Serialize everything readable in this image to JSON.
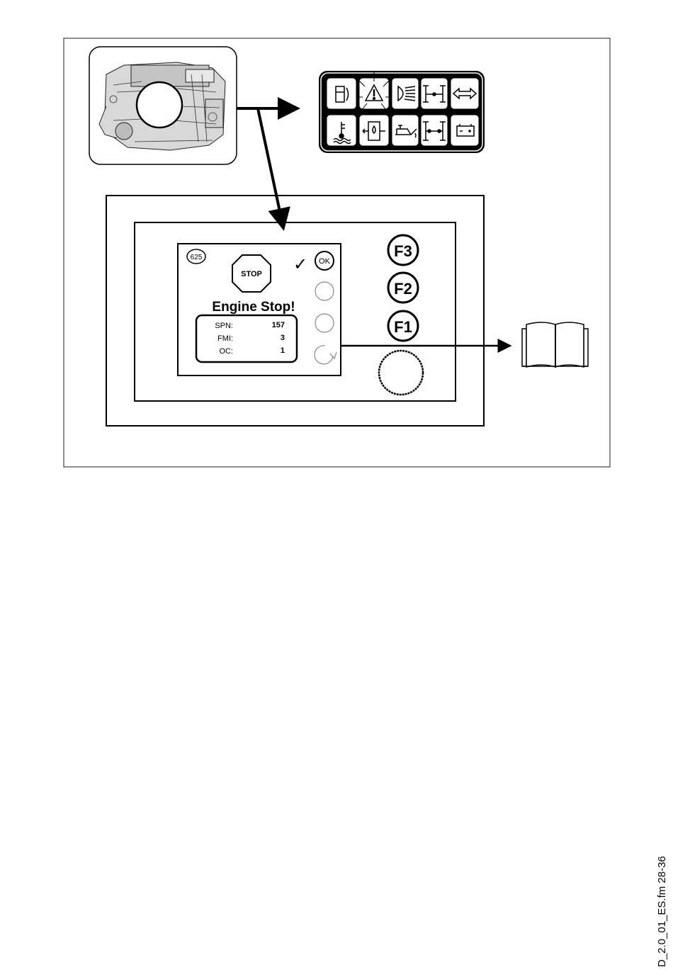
{
  "display": {
    "screen_code": "625",
    "stop_sign": "STOP",
    "message_title": "Engine Stop!",
    "ok_button": "OK",
    "checkmark": "✓",
    "fault_codes": [
      {
        "label": "SPN:",
        "value": "157"
      },
      {
        "label": "FMI:",
        "value": "3"
      },
      {
        "label": "OC:",
        "value": "1"
      }
    ]
  },
  "function_keys": [
    "F3",
    "F2",
    "F1"
  ],
  "indicator_panel": {
    "icons": [
      "fuel-filter-icon",
      "warning-icon",
      "headlight-icon",
      "axle-icon",
      "turn-signal-icon",
      "coolant-temperature-icon",
      "oil-filter-icon",
      "oil-pressure-icon",
      "axle-lock-icon",
      "battery-icon"
    ]
  },
  "footer": {
    "file_reference": "D_2.0_01_ES.fm 28-36"
  }
}
